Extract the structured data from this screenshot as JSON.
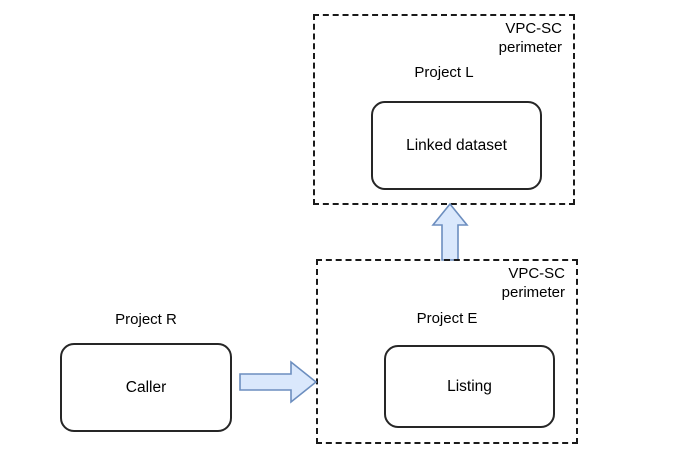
{
  "diagram": {
    "title_text_present": false,
    "colors": {
      "node_border": "#262626",
      "perimeter_border": "#1a1a1a",
      "arrow_fill": "#dae8fc",
      "arrow_stroke": "#6c8ebf",
      "text": "#000000",
      "background": "#ffffff"
    },
    "perimeters": [
      {
        "id": "perimeter-upper",
        "badge_line1": "VPC-SC",
        "badge_line2": "perimeter",
        "project_label": "Project L"
      },
      {
        "id": "perimeter-lower",
        "badge_line1": "VPC-SC",
        "badge_line2": "perimeter",
        "project_label": "Project E"
      }
    ],
    "nodes": [
      {
        "id": "node-linked-dataset",
        "label": "Linked dataset"
      },
      {
        "id": "node-listing",
        "label": "Listing"
      },
      {
        "id": "node-caller",
        "label": "Caller"
      }
    ],
    "standalone_labels": [
      {
        "id": "label-project-r",
        "text": "Project R"
      }
    ],
    "arrows": [
      {
        "id": "arrow-caller-to-listing",
        "direction": "right",
        "from": "Caller",
        "to": "Project E perimeter"
      },
      {
        "id": "arrow-listing-to-linked-dataset",
        "direction": "up",
        "from": "Project E perimeter",
        "to": "Project L perimeter"
      }
    ]
  }
}
